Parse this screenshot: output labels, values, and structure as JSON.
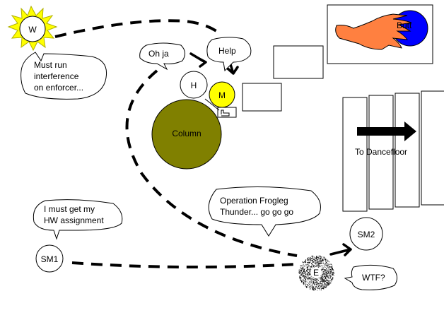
{
  "characters": {
    "w": "W",
    "h": "H",
    "m": "M",
    "sm1": "SM1",
    "sm2": "SM2",
    "e": "E",
    "butt": "Butt"
  },
  "objects": {
    "column": "Column",
    "dancefloor": "To Dancefloor"
  },
  "bubbles": {
    "w": [
      "Must run",
      "interference",
      "on enforcer..."
    ],
    "oh_ja": "Oh ja",
    "help": "Help",
    "sm1": [
      "I must get my",
      "HW assignment"
    ],
    "operation": [
      "Operation Frogleg",
      "Thunder...  go go go"
    ],
    "wtf": "WTF?"
  },
  "colors": {
    "sun": "#ffff00",
    "sun_ray": "#d4d400",
    "m": "#ffff00",
    "column": "#808000",
    "hand": "#ff8040",
    "butt": "#0000ff"
  }
}
